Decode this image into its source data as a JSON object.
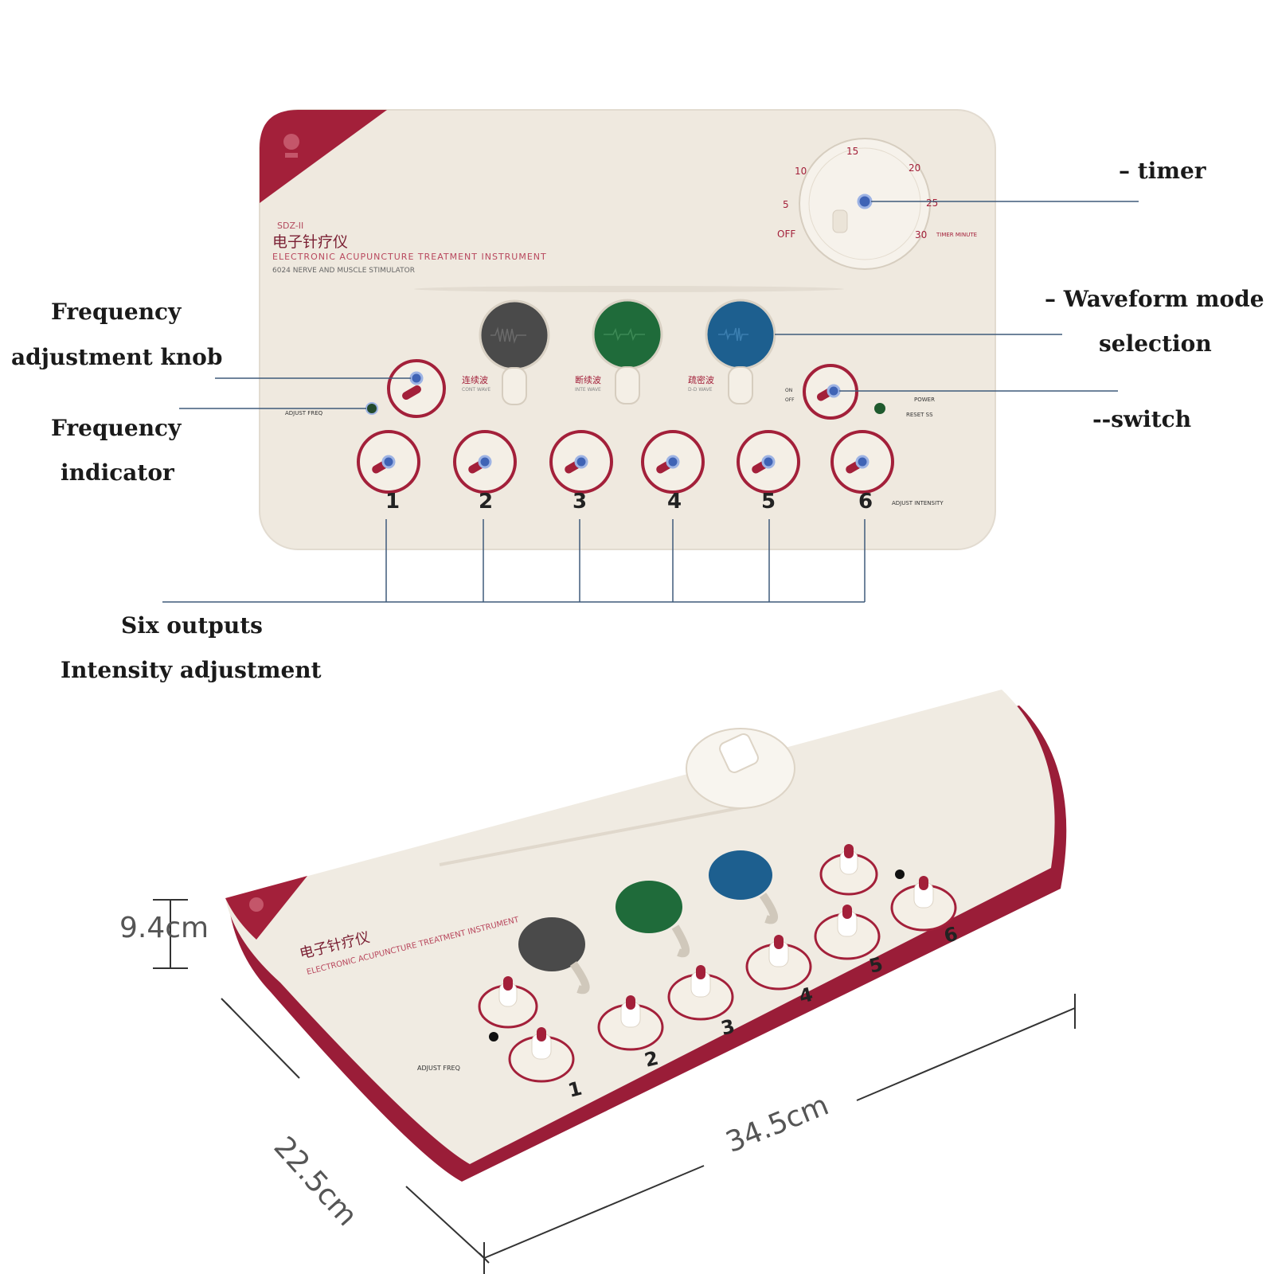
{
  "device": {
    "model": "SDZ-II",
    "title_cn": "电子针疗仪",
    "title_en": "ELECTRONIC ACUPUNCTURE TREATMENT INSTRUMENT",
    "subtitle": "6024 NERVE AND MUSCLE STIMULATOR",
    "brand_color": "#a3203a",
    "body_color": "#f1ebe2",
    "timer": {
      "ticks": [
        "OFF",
        "5",
        "10",
        "15",
        "20",
        "25",
        "30"
      ],
      "unit_label": "TIMER MINUTE"
    },
    "waveforms": [
      {
        "label_cn": "连续波",
        "label_en": "CONT WAVE",
        "color": "#4a4a4a"
      },
      {
        "label_cn": "断续波",
        "label_en": "INTE WAVE",
        "color": "#1f6b3a"
      },
      {
        "label_cn": "疏密波",
        "label_en": "D-D WAVE",
        "color": "#1d5f8f"
      }
    ],
    "adjust_freq_label": "ADJUST FREQ",
    "power_label": "POWER",
    "reset_label": "RESET SS",
    "on_label": "ON",
    "off_label": "OFF",
    "outputs": [
      "1",
      "2",
      "3",
      "4",
      "5",
      "6"
    ],
    "adjust_intensity_label": "ADJUST INTENSITY"
  },
  "callouts": {
    "timer": "– timer",
    "waveform_line1": "– Waveform mode",
    "waveform_line2": "selection",
    "switch": "--switch",
    "freq_knob_line1": "Frequency",
    "freq_knob_line2": "adjustment knob",
    "freq_ind_line1": "Frequency",
    "freq_ind_line2": "indicator",
    "outputs_line1": "Six outputs",
    "outputs_line2": "Intensity adjustment"
  },
  "dimensions": {
    "height": "9.4cm",
    "depth": "22.5cm",
    "width": "34.5cm"
  }
}
